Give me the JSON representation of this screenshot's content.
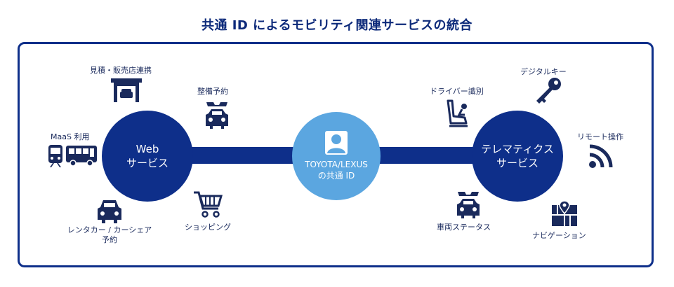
{
  "title": "共通 ID によるモビリティ関連サービスの統合",
  "center": {
    "line1": "TOYOTA/LEXUS",
    "line2": "の共通 ID"
  },
  "web": {
    "line1": "Web",
    "line2": "サービス"
  },
  "telematics": {
    "line1": "テレマティクス",
    "line2": "サービス"
  },
  "labels": {
    "dealer": "見積・販売店連携",
    "maintenance": "整備予約",
    "maas": "MaaS 利用",
    "rental_line1": "レンタカー / カーシェア",
    "rental_line2": "予約",
    "shopping": "ショッピング",
    "driver_id": "ドライバー識別",
    "digital_key": "デジタルキー",
    "remote": "リモート操作",
    "vehicle_status": "車両ステータス",
    "navigation": "ナビゲーション"
  },
  "colors": {
    "navy": "#0e2f8a",
    "light_blue": "#5ba6e0"
  }
}
